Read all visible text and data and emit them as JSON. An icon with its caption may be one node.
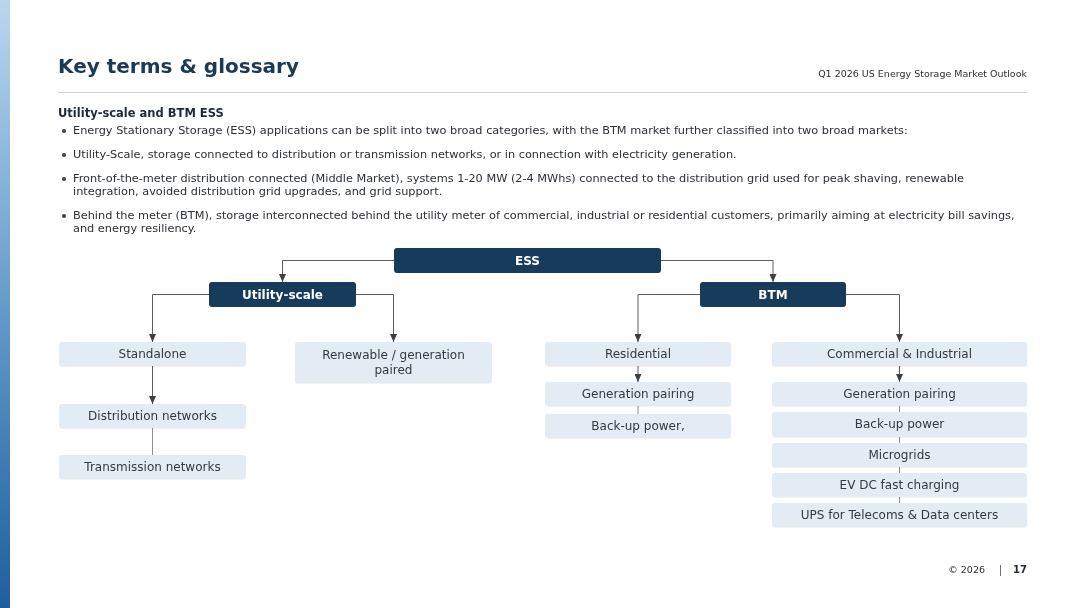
{
  "diagram": {
    "title": "Key terms & glossary",
    "nodes": [
      {
        "text": [
          "ESS"
        ]
      },
      {
        "text": [
          "Utility-scale"
        ]
      },
      {
        "text": [
          "BTM"
        ]
      },
      {
        "text": [
          "Standalone"
        ]
      },
      {
        "text": [
          "Renewable / generation paired"
        ]
      },
      {
        "text": [
          "Distribution networks"
        ]
      },
      {
        "text": [
          "Transmission networks"
        ]
      },
      {
        "text": [
          "Residential"
        ]
      },
      {
        "text": [
          "Generation pairing"
        ]
      },
      {
        "text": [
          "Back-up power,"
        ]
      },
      {
        "text": [
          "Commercial & Industrial"
        ]
      },
      {
        "text": [
          "Generation pairing"
        ]
      },
      {
        "text": [
          "Back-up power"
        ]
      },
      {
        "text": [
          "Microgrids"
        ]
      },
      {
        "text": [
          "EV DC fast charging"
        ]
      },
      {
        "text": [
          "UPS for Telecoms & Data centers"
        ]
      }
    ],
    "edges": [
      {
        "from": 0,
        "to": 1,
        "arrow": "to"
      },
      {
        "from": 0,
        "to": 2,
        "arrow": "to"
      },
      {
        "from": 1,
        "to": 3,
        "arrow": "to"
      },
      {
        "from": 1,
        "to": 4,
        "arrow": "to"
      },
      {
        "from": 3,
        "to": 5,
        "arrow": "to"
      },
      {
        "from": 5,
        "to": 6,
        "arrow": "none"
      },
      {
        "from": 2,
        "to": 7,
        "arrow": "to"
      },
      {
        "from": 2,
        "to": 10,
        "arrow": "to"
      },
      {
        "from": 7,
        "to": 8,
        "arrow": "to"
      },
      {
        "from": 8,
        "to": 9,
        "arrow": "none"
      },
      {
        "from": 10,
        "to": 11,
        "arrow": "to"
      },
      {
        "from": 11,
        "to": 12,
        "arrow": "none"
      },
      {
        "from": 12,
        "to": 13,
        "arrow": "none"
      },
      {
        "from": 13,
        "to": 14,
        "arrow": "none"
      },
      {
        "from": 14,
        "to": 15,
        "arrow": "none"
      }
    ],
    "labels": [
      "Q1 2026 US Energy Storage Market Outlook",
      "Utility-scale and BTM ESS",
      "Energy Stationary Storage (ESS) applications can be split into two broad categories, with the BTM market further classified into two broad markets:",
      "Utility-Scale, storage connected to distribution or transmission networks, or in connection with electricity generation.",
      "Front-of-the-meter distribution connected (Middle Market), systems 1-20 MW (2-4 MWhs) connected to the distribution grid used for peak shaving, renewable integration, avoided distribution grid upgrades, and grid support.",
      "Behind the meter (BTM), storage interconnected behind the utility meter of commercial, industrial or residential customers, primarily aiming at electricity bill savings, and energy resiliency.",
      "© 2026",
      "17"
    ]
  }
}
